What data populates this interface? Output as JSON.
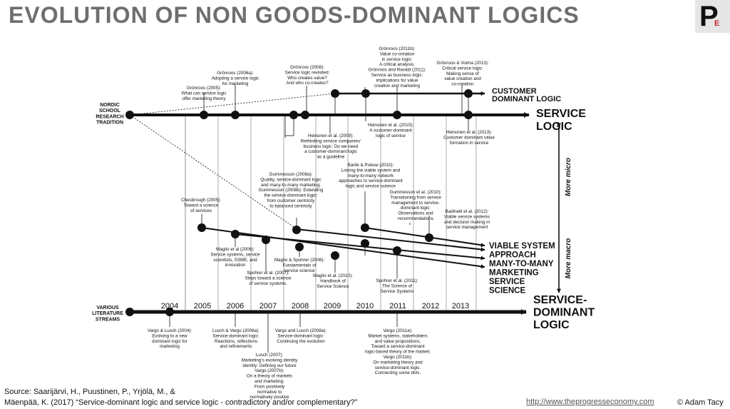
{
  "title": "EVOLUTION OF NON GOODS-DOMINANT LOGICS",
  "logo": {
    "letter": "P",
    "sub": "E"
  },
  "colors": {
    "line": "#111111",
    "thin": "#333333",
    "title": "#6e6e6e",
    "logo_accent": "#c0272d"
  },
  "traditions": {
    "nordic": [
      "NORDIC",
      "SCHOOL",
      "RESEARCH",
      "TRADITION"
    ],
    "various": [
      "VARIOUS",
      "LITERATURE",
      "STREAMS"
    ]
  },
  "years": [
    "2004",
    "2005",
    "2006",
    "2007",
    "2008",
    "2009",
    "2010",
    "2011",
    "2012",
    "2013"
  ],
  "outcomes": {
    "customer_dominant": [
      "CUSTOMER",
      "DOMINANT LOGIC"
    ],
    "service_logic": [
      "SERVICE",
      "LOGIC"
    ],
    "viable": [
      "VIABLE SYSTEM",
      "APPROACH"
    ],
    "many_to_many": [
      "MANY-TO-MANY",
      "MARKETING"
    ],
    "service_science": [
      "SERVICE",
      "SCIENCE"
    ],
    "sdl": [
      "SERVICE-",
      "DOMINANT",
      "LOGIC"
    ]
  },
  "axis_labels": {
    "micro": "More micro",
    "macro": "More macro"
  },
  "refs": {
    "gronroos2005": [
      "Grönroos (2005):",
      "What can service logic",
      "offer marketing theory"
    ],
    "gronroos2006a": [
      "Grönroos (2006a):",
      "Adopting a service logic",
      "for marketing"
    ],
    "gronroos2008": [
      "Grönroos (2008):",
      "Service logic revisited:",
      "Who creates value?",
      "And who co-creates?"
    ],
    "gronroos2011": [
      "Grönroos (2011b):",
      "Value co-creation",
      "in service logic:",
      "A critical analysis;",
      "Grönroos and Ravald (2011):",
      "Service as business logic:",
      "implications for value",
      "creation and marketing"
    ],
    "gronroosvoima": [
      "Grönroos & Voima (2013):",
      "Critical service logic:",
      "Making sense of",
      "value creation and",
      "co-creation"
    ],
    "heinonen2009": [
      "Heinonen et al. (2009):",
      "Rethinking service companies'",
      "business logic: Do we need",
      "a customer-dominant logic",
      "as a guideline"
    ],
    "heinonen2010": [
      "Heinonen et al. (2010):",
      "A customer-dominant",
      "logic of service"
    ],
    "heinonen2013": [
      "Heinonen et al. (2013):",
      "Customer dominant value",
      "formation in service"
    ],
    "barile": [
      "Barile & Polese (2010):",
      "Linking the viable system and",
      "many-to-many network",
      "approaches to service-dominant",
      "logic and service science"
    ],
    "gummesson2008": [
      "Gummesson (2008a):",
      "Quality, service-dominant logic",
      "and many-to-many marketing;",
      "Gummesson (2008b): Extending",
      "the service-dominant logic:",
      "from customer centricity",
      "to balanced centricity"
    ],
    "gummesson2010": [
      "Gummesson et al. (2010):",
      "Transitioning from service",
      "management to service-",
      "dominant logic:",
      "Observations and",
      "recommendations"
    ],
    "badinelli": [
      "Badinelli et al. (2012):",
      "Viable service systems",
      "and decision making in",
      "service management"
    ],
    "chesbrough": [
      "Chesbrough (2005):",
      "Toward a science",
      "of services"
    ],
    "maglio2006": [
      "Maglio et al (2006):",
      "Service systems, service",
      "scientists, SSME, and",
      "innovation"
    ],
    "spohrer2007": [
      "Spohrer et al. (2007):",
      "Steps toward a science",
      "of service systems."
    ],
    "maglio2008": [
      "Maglio & Spohrer (2008):",
      "Fundamentals of",
      "service science"
    ],
    "maglio2010": [
      "Maglio et al. (2010):",
      "Handbook of",
      "Service Science"
    ],
    "spohrer2011": [
      "Spohrer et al. (2011):",
      "The Science of",
      "Service Systems"
    ],
    "vargo2004": [
      "Vargo & Lusch (2004):",
      "Evolving to a new",
      "dominant logic for",
      "marketing"
    ],
    "lusch2006": [
      "Lusch & Vargo (2006a):",
      "Service-dominant logic:",
      "Reactions, reflections",
      "and refinements"
    ],
    "lusch2007": [
      "Lusch (2007):",
      "Marketing's evolving identity",
      "identity: Defining our future",
      "Vargo (2007b):",
      "On a theory of markets",
      "and marketing:",
      "From positively",
      "normative to",
      "normatively positive"
    ],
    "vargo2008": [
      "Vargo and Lusch (2008a):",
      "Service-dominant logic:",
      "Continuing the evolution"
    ],
    "vargo2011": [
      "Vargo (2011a):",
      "Market systems, stakeholders",
      "and value propositions.",
      "Toward a service-dominant",
      "logic-based theory of the market;",
      "Vargo (2011b):",
      "On marketing theory and",
      "service-dominant logic.",
      "Connecting some dots."
    ]
  },
  "footer": {
    "source1": "Source: Saarijärvi, H., Puustinen, P., Yrjölä, M., &",
    "source2": "Mäenpää, K. (2017) “Service-dominant logic and service logic - contradictory and/or complementary?”",
    "url": "http://www.theprogresseconomy.com",
    "copyright": "© Adam Tacy"
  }
}
